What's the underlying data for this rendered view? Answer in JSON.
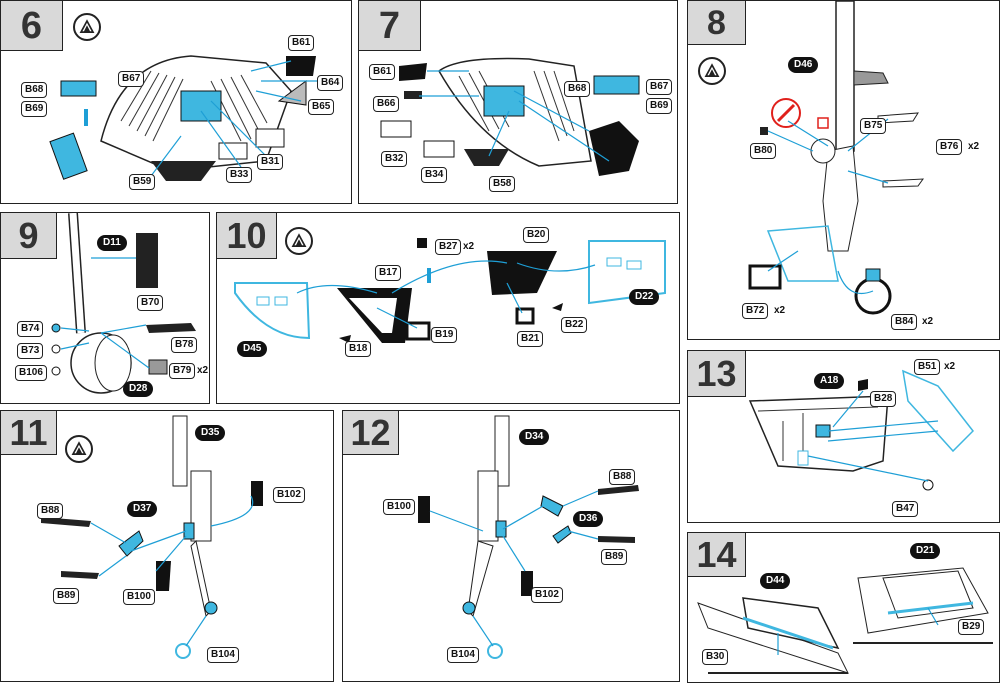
{
  "colors": {
    "pe_blue": "#3fb7e0",
    "line": "#1e9fd6",
    "step_bg": "#d9d9d9",
    "dark": "#111111",
    "warning_red": "#e0201b"
  },
  "steps": [
    {
      "number": "6",
      "parts": [
        "B61",
        "B64",
        "B65",
        "B67",
        "B68",
        "B69",
        "B59",
        "B33",
        "B31"
      ]
    },
    {
      "number": "7",
      "parts": [
        "B61",
        "B66",
        "B32",
        "B34",
        "B58",
        "B68",
        "B67",
        "B69"
      ]
    },
    {
      "number": "8",
      "callout": "D46",
      "parts": [
        "B75",
        "B76",
        "B80",
        "B72",
        "B84"
      ],
      "quantities": {
        "B76": "x2",
        "B72": "x2",
        "B84": "x2"
      }
    },
    {
      "number": "9",
      "callout": "D11",
      "callout2": "D28",
      "parts": [
        "B70",
        "B74",
        "B73",
        "B106",
        "B78",
        "B79"
      ],
      "quantities": {
        "B79": "x2"
      }
    },
    {
      "number": "10",
      "callout": "D45",
      "callout2": "D22",
      "parts": [
        "B27",
        "B20",
        "B17",
        "B18",
        "B19",
        "B21",
        "B22"
      ],
      "quantities": {
        "B27": "x2"
      }
    },
    {
      "number": "11",
      "callout": "D35",
      "callout2": "D37",
      "parts": [
        "B88",
        "B102",
        "B89",
        "B100",
        "B104"
      ]
    },
    {
      "number": "12",
      "callout": "D34",
      "callout2": "D36",
      "parts": [
        "B88",
        "B100",
        "B89",
        "B102",
        "B104"
      ]
    },
    {
      "number": "13",
      "callout": "A18",
      "parts": [
        "B51",
        "B28",
        "B47"
      ],
      "quantities": {
        "B51": "x2"
      }
    },
    {
      "number": "14",
      "callout": "D44",
      "callout2": "D21",
      "parts": [
        "B30",
        "B29"
      ]
    }
  ]
}
